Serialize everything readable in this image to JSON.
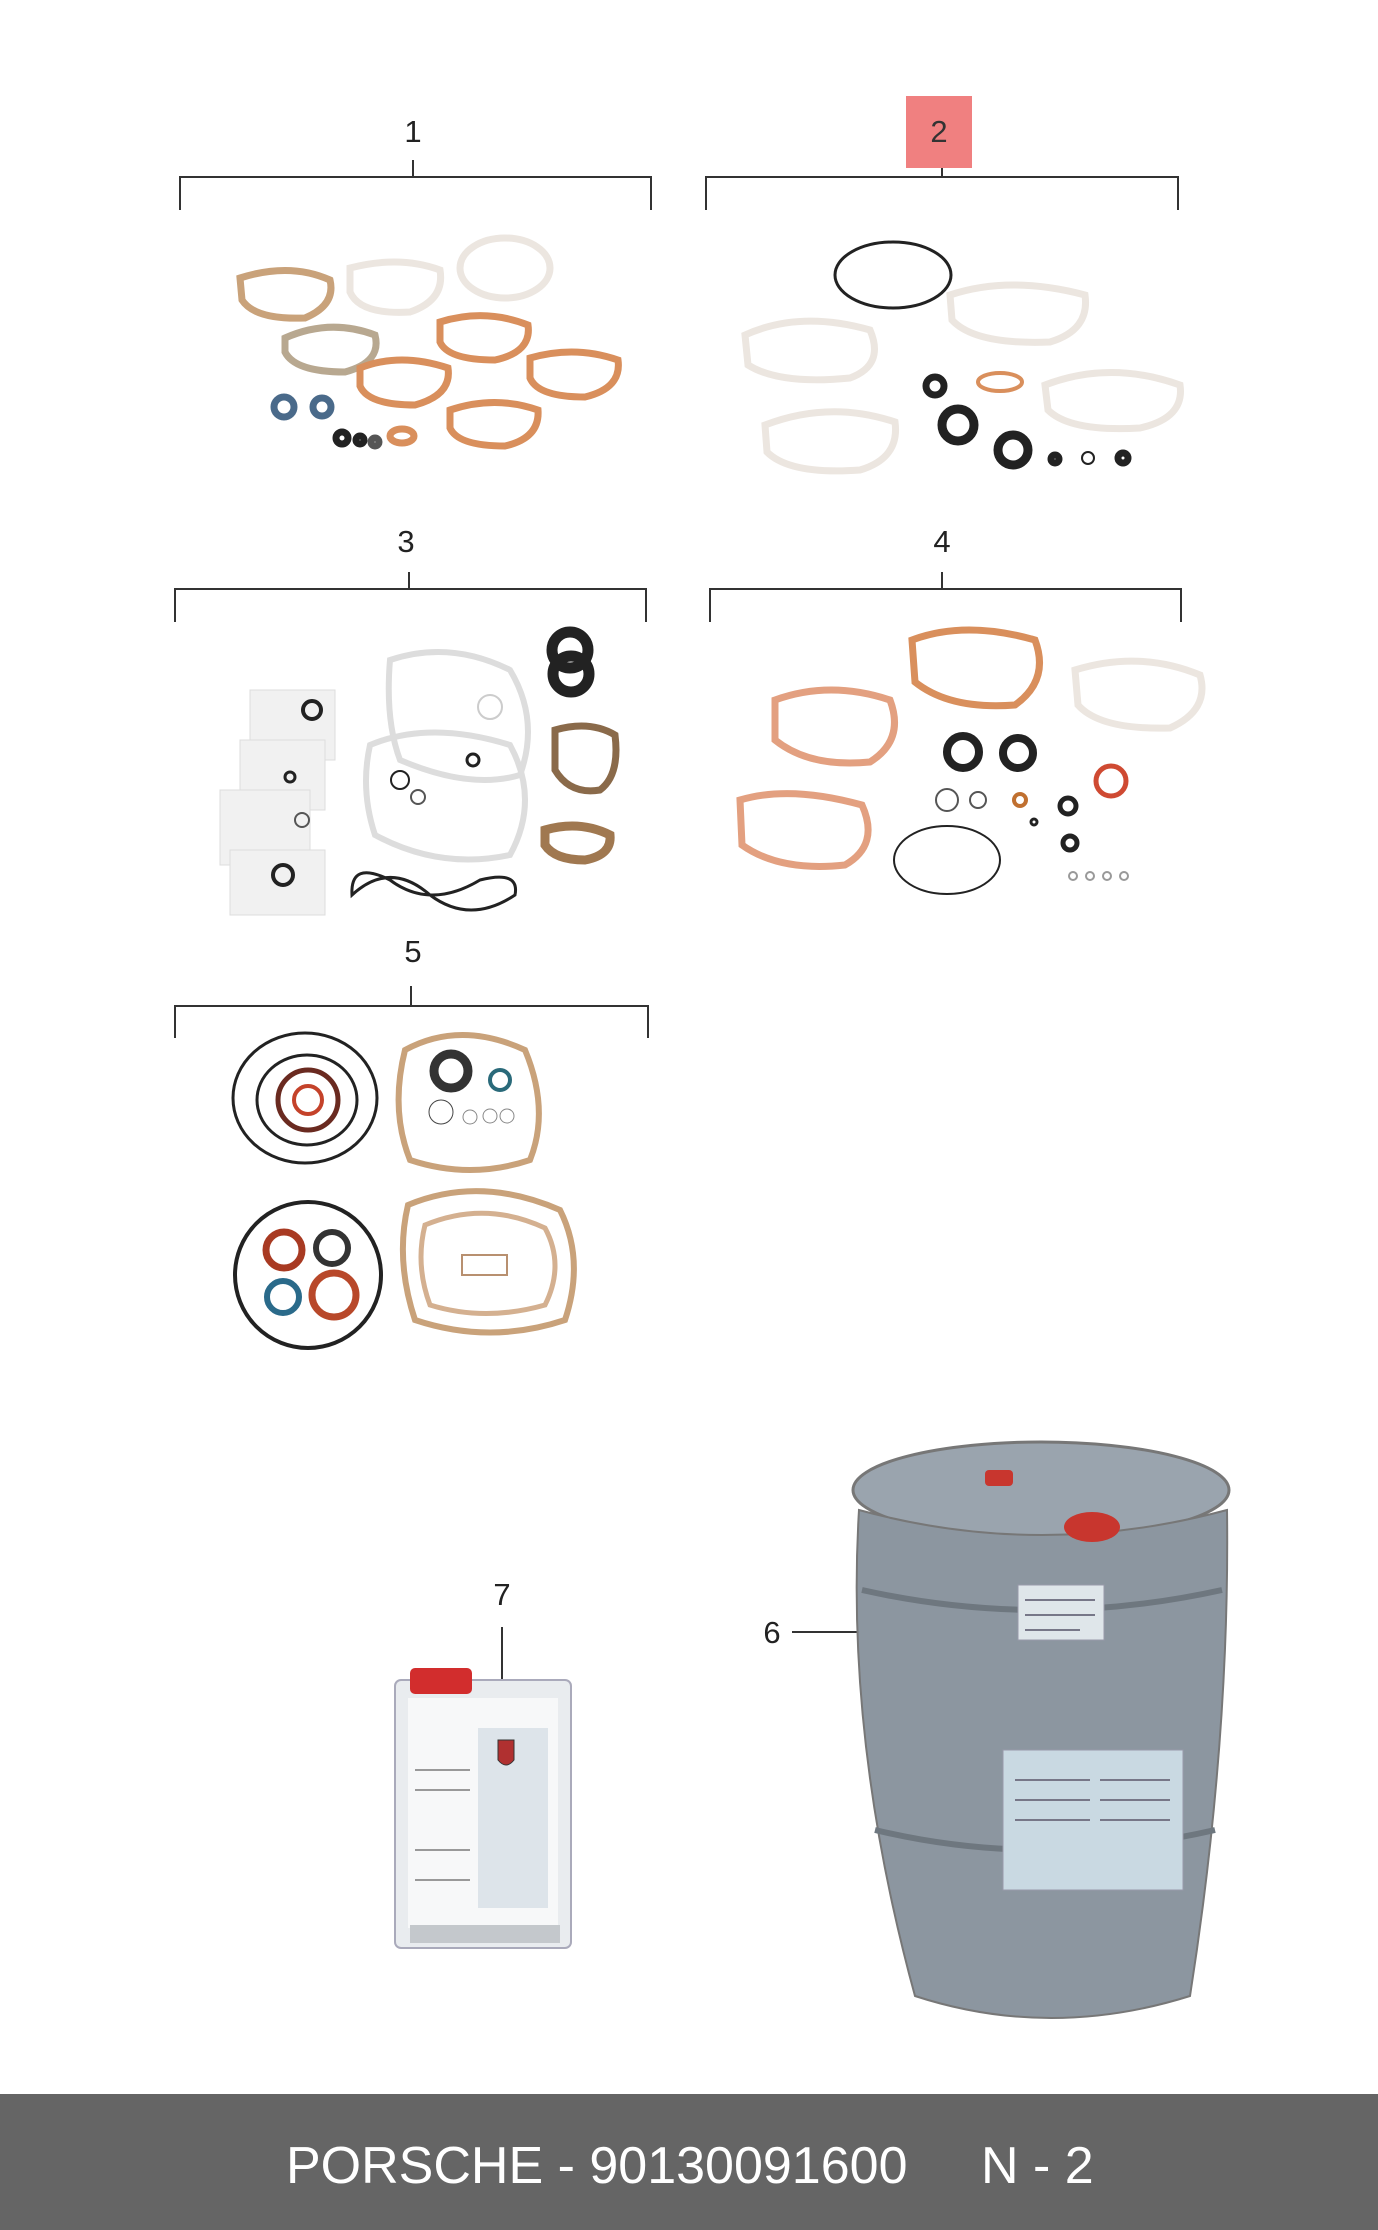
{
  "callouts": {
    "c1": "1",
    "c2": "2",
    "c3": "3",
    "c4": "4",
    "c5": "5",
    "c6": "6",
    "c7": "7"
  },
  "highlight_color": "#f08080",
  "footer": {
    "part_label": "PORSCHE - 90130091600",
    "page_label": "N - 2"
  },
  "colors": {
    "gasket_tan": "#c9a27a",
    "gasket_orange": "#d98f5c",
    "gasket_pale": "#ece6e0",
    "drum_gray": "#8c96a0",
    "footer_bg": "#656565"
  }
}
